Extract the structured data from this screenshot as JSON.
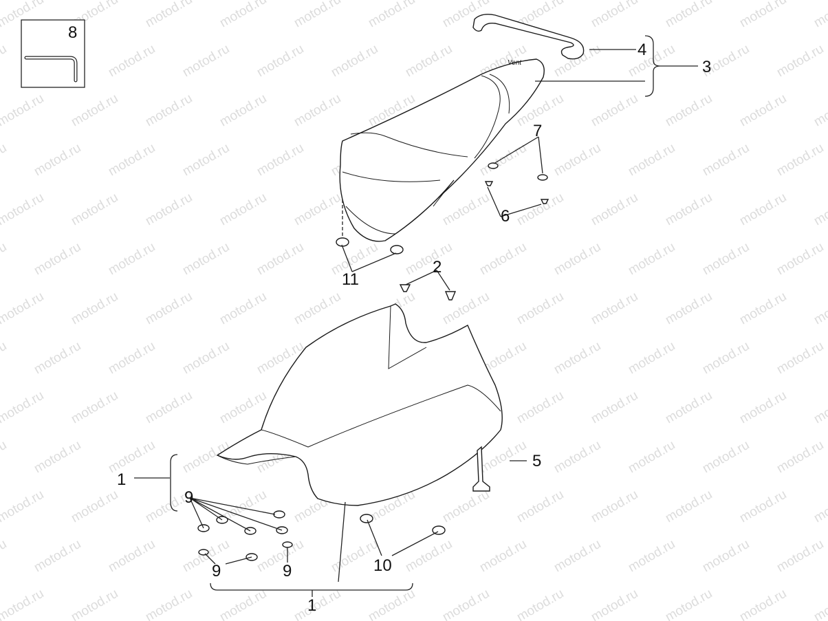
{
  "watermark": "motod.ru",
  "callouts": {
    "c1_left": "1",
    "c1_bottom": "1",
    "c2": "2",
    "c3": "3",
    "c4": "4",
    "c5": "5",
    "c6": "6",
    "c7": "7",
    "c8": "8",
    "c9_top": "9",
    "c9_bl": "9",
    "c9_br": "9",
    "c10": "10",
    "c11": "11"
  }
}
